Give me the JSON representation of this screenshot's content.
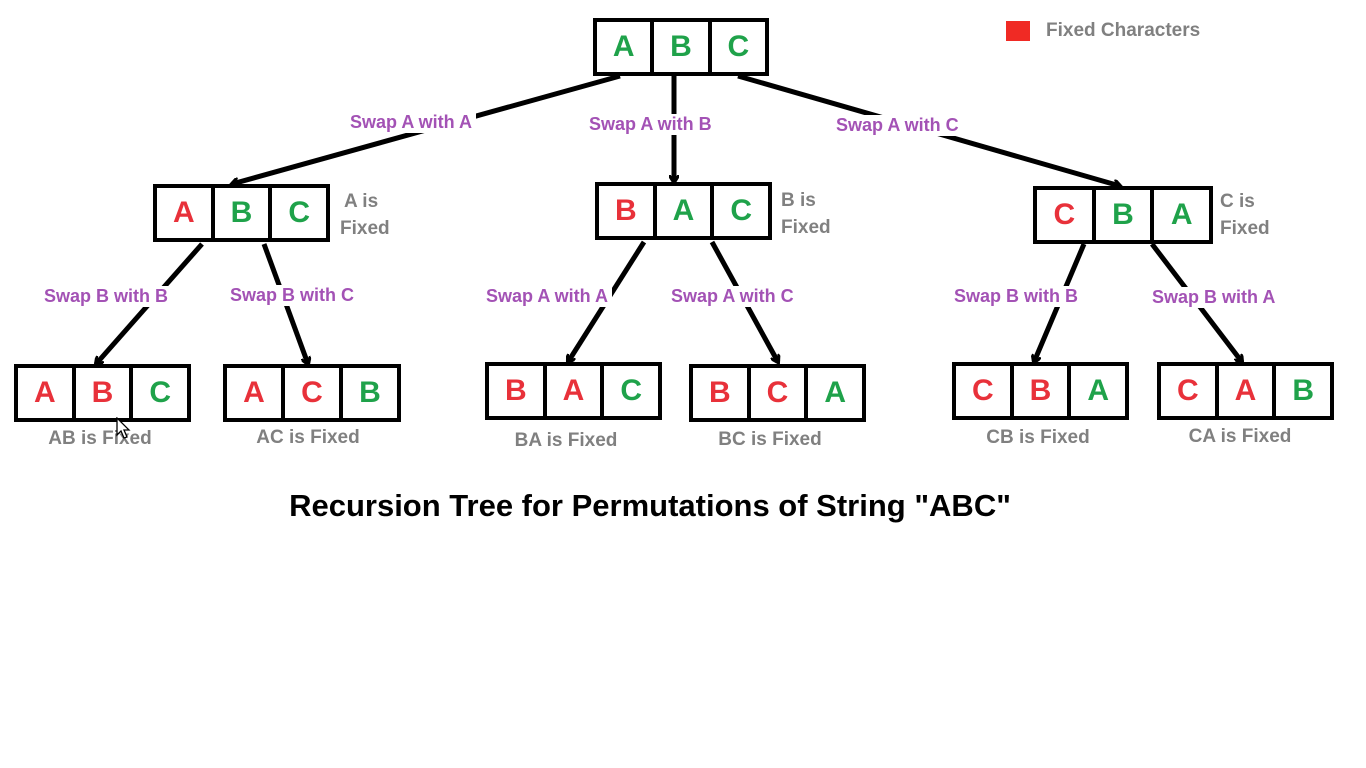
{
  "legend": {
    "swatch_color": "#f02a24",
    "label": "Fixed Characters"
  },
  "colors": {
    "fixed": "#e8313a",
    "free": "#1fa24a",
    "edge_label": "#a352b5",
    "note": "#808080"
  },
  "title": "Recursion Tree for Permutations of String \"ABC\"",
  "root": {
    "cells": [
      {
        "ch": "A",
        "fixed": false
      },
      {
        "ch": "B",
        "fixed": false
      },
      {
        "ch": "C",
        "fixed": false
      }
    ]
  },
  "level1": [
    {
      "edge_label": "Swap A with A",
      "note_line1": "A is",
      "note_line2": "Fixed",
      "cells": [
        {
          "ch": "A",
          "fixed": true
        },
        {
          "ch": "B",
          "fixed": false
        },
        {
          "ch": "C",
          "fixed": false
        }
      ]
    },
    {
      "edge_label": "Swap A with B",
      "note_line1": "B is",
      "note_line2": "Fixed",
      "cells": [
        {
          "ch": "B",
          "fixed": true
        },
        {
          "ch": "A",
          "fixed": false
        },
        {
          "ch": "C",
          "fixed": false
        }
      ]
    },
    {
      "edge_label": "Swap A with C",
      "note_line1": "C is",
      "note_line2": "Fixed",
      "cells": [
        {
          "ch": "C",
          "fixed": true
        },
        {
          "ch": "B",
          "fixed": false
        },
        {
          "ch": "A",
          "fixed": false
        }
      ]
    }
  ],
  "level2": [
    {
      "edge_label": "Swap B with B",
      "note": "AB is Fixed",
      "cells": [
        {
          "ch": "A",
          "fixed": true
        },
        {
          "ch": "B",
          "fixed": true
        },
        {
          "ch": "C",
          "fixed": false
        }
      ]
    },
    {
      "edge_label": "Swap B with C",
      "note": "AC is Fixed",
      "cells": [
        {
          "ch": "A",
          "fixed": true
        },
        {
          "ch": "C",
          "fixed": true
        },
        {
          "ch": "B",
          "fixed": false
        }
      ]
    },
    {
      "edge_label": "Swap A with A",
      "note": "BA is Fixed",
      "cells": [
        {
          "ch": "B",
          "fixed": true
        },
        {
          "ch": "A",
          "fixed": true
        },
        {
          "ch": "C",
          "fixed": false
        }
      ]
    },
    {
      "edge_label": "Swap A with C",
      "note": "BC is Fixed",
      "cells": [
        {
          "ch": "B",
          "fixed": true
        },
        {
          "ch": "C",
          "fixed": true
        },
        {
          "ch": "A",
          "fixed": false
        }
      ]
    },
    {
      "edge_label": "Swap B with B",
      "note": "CB is Fixed",
      "cells": [
        {
          "ch": "C",
          "fixed": true
        },
        {
          "ch": "B",
          "fixed": true
        },
        {
          "ch": "A",
          "fixed": false
        }
      ]
    },
    {
      "edge_label": "Swap B with A",
      "note": "CA is Fixed",
      "cells": [
        {
          "ch": "C",
          "fixed": true
        },
        {
          "ch": "A",
          "fixed": true
        },
        {
          "ch": "B",
          "fixed": false
        }
      ]
    }
  ]
}
